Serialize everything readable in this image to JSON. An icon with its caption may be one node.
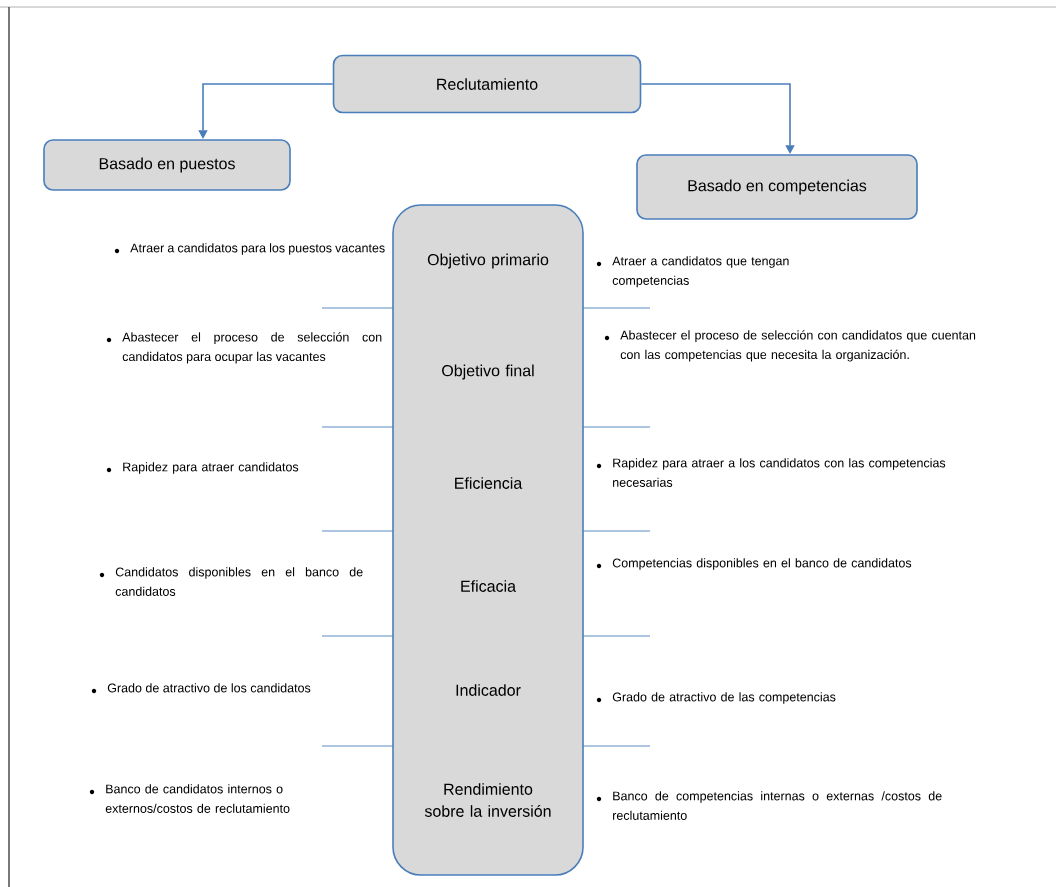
{
  "diagram": {
    "nodes": [
      {
        "text": [
          "Reclutamiento"
        ]
      },
      {
        "text": [
          "Basado en puestos"
        ]
      },
      {
        "text": [
          "Basado en competencias"
        ]
      },
      {
        "text": [
          "Objetivo primario",
          "Objetivo final",
          "Eficiencia",
          "Eficacia",
          "Indicador",
          "Rendimiento sobre la inversión"
        ]
      }
    ],
    "edges": [
      {
        "from": 0,
        "to": 1,
        "arrow": "to"
      },
      {
        "from": 0,
        "to": 2,
        "arrow": "to"
      }
    ],
    "labels": [
      "Atraer a candidatos para los puestos vacantes",
      "Atraer a candidatos que tengan competencias",
      "Abastecer el proceso de selección con candidatos para ocupar las vacantes",
      "Abastecer el proceso de selección con candidatos que cuentan con las competencias que necesita la organización.",
      "Rapidez para atraer  candidatos",
      "Rapidez para atraer a los candidatos con las competencias necesarias",
      "Candidatos disponibles en el banco de candidatos",
      "Competencias disponibles en el banco de candidatos",
      "Grado de atractivo de los candidatos",
      "Grado de atractivo de las competencias",
      "Banco de candidatos internos o externos/costos de reclutamiento",
      "Banco de competencias internas o externas /costos de reclutamiento"
    ]
  }
}
